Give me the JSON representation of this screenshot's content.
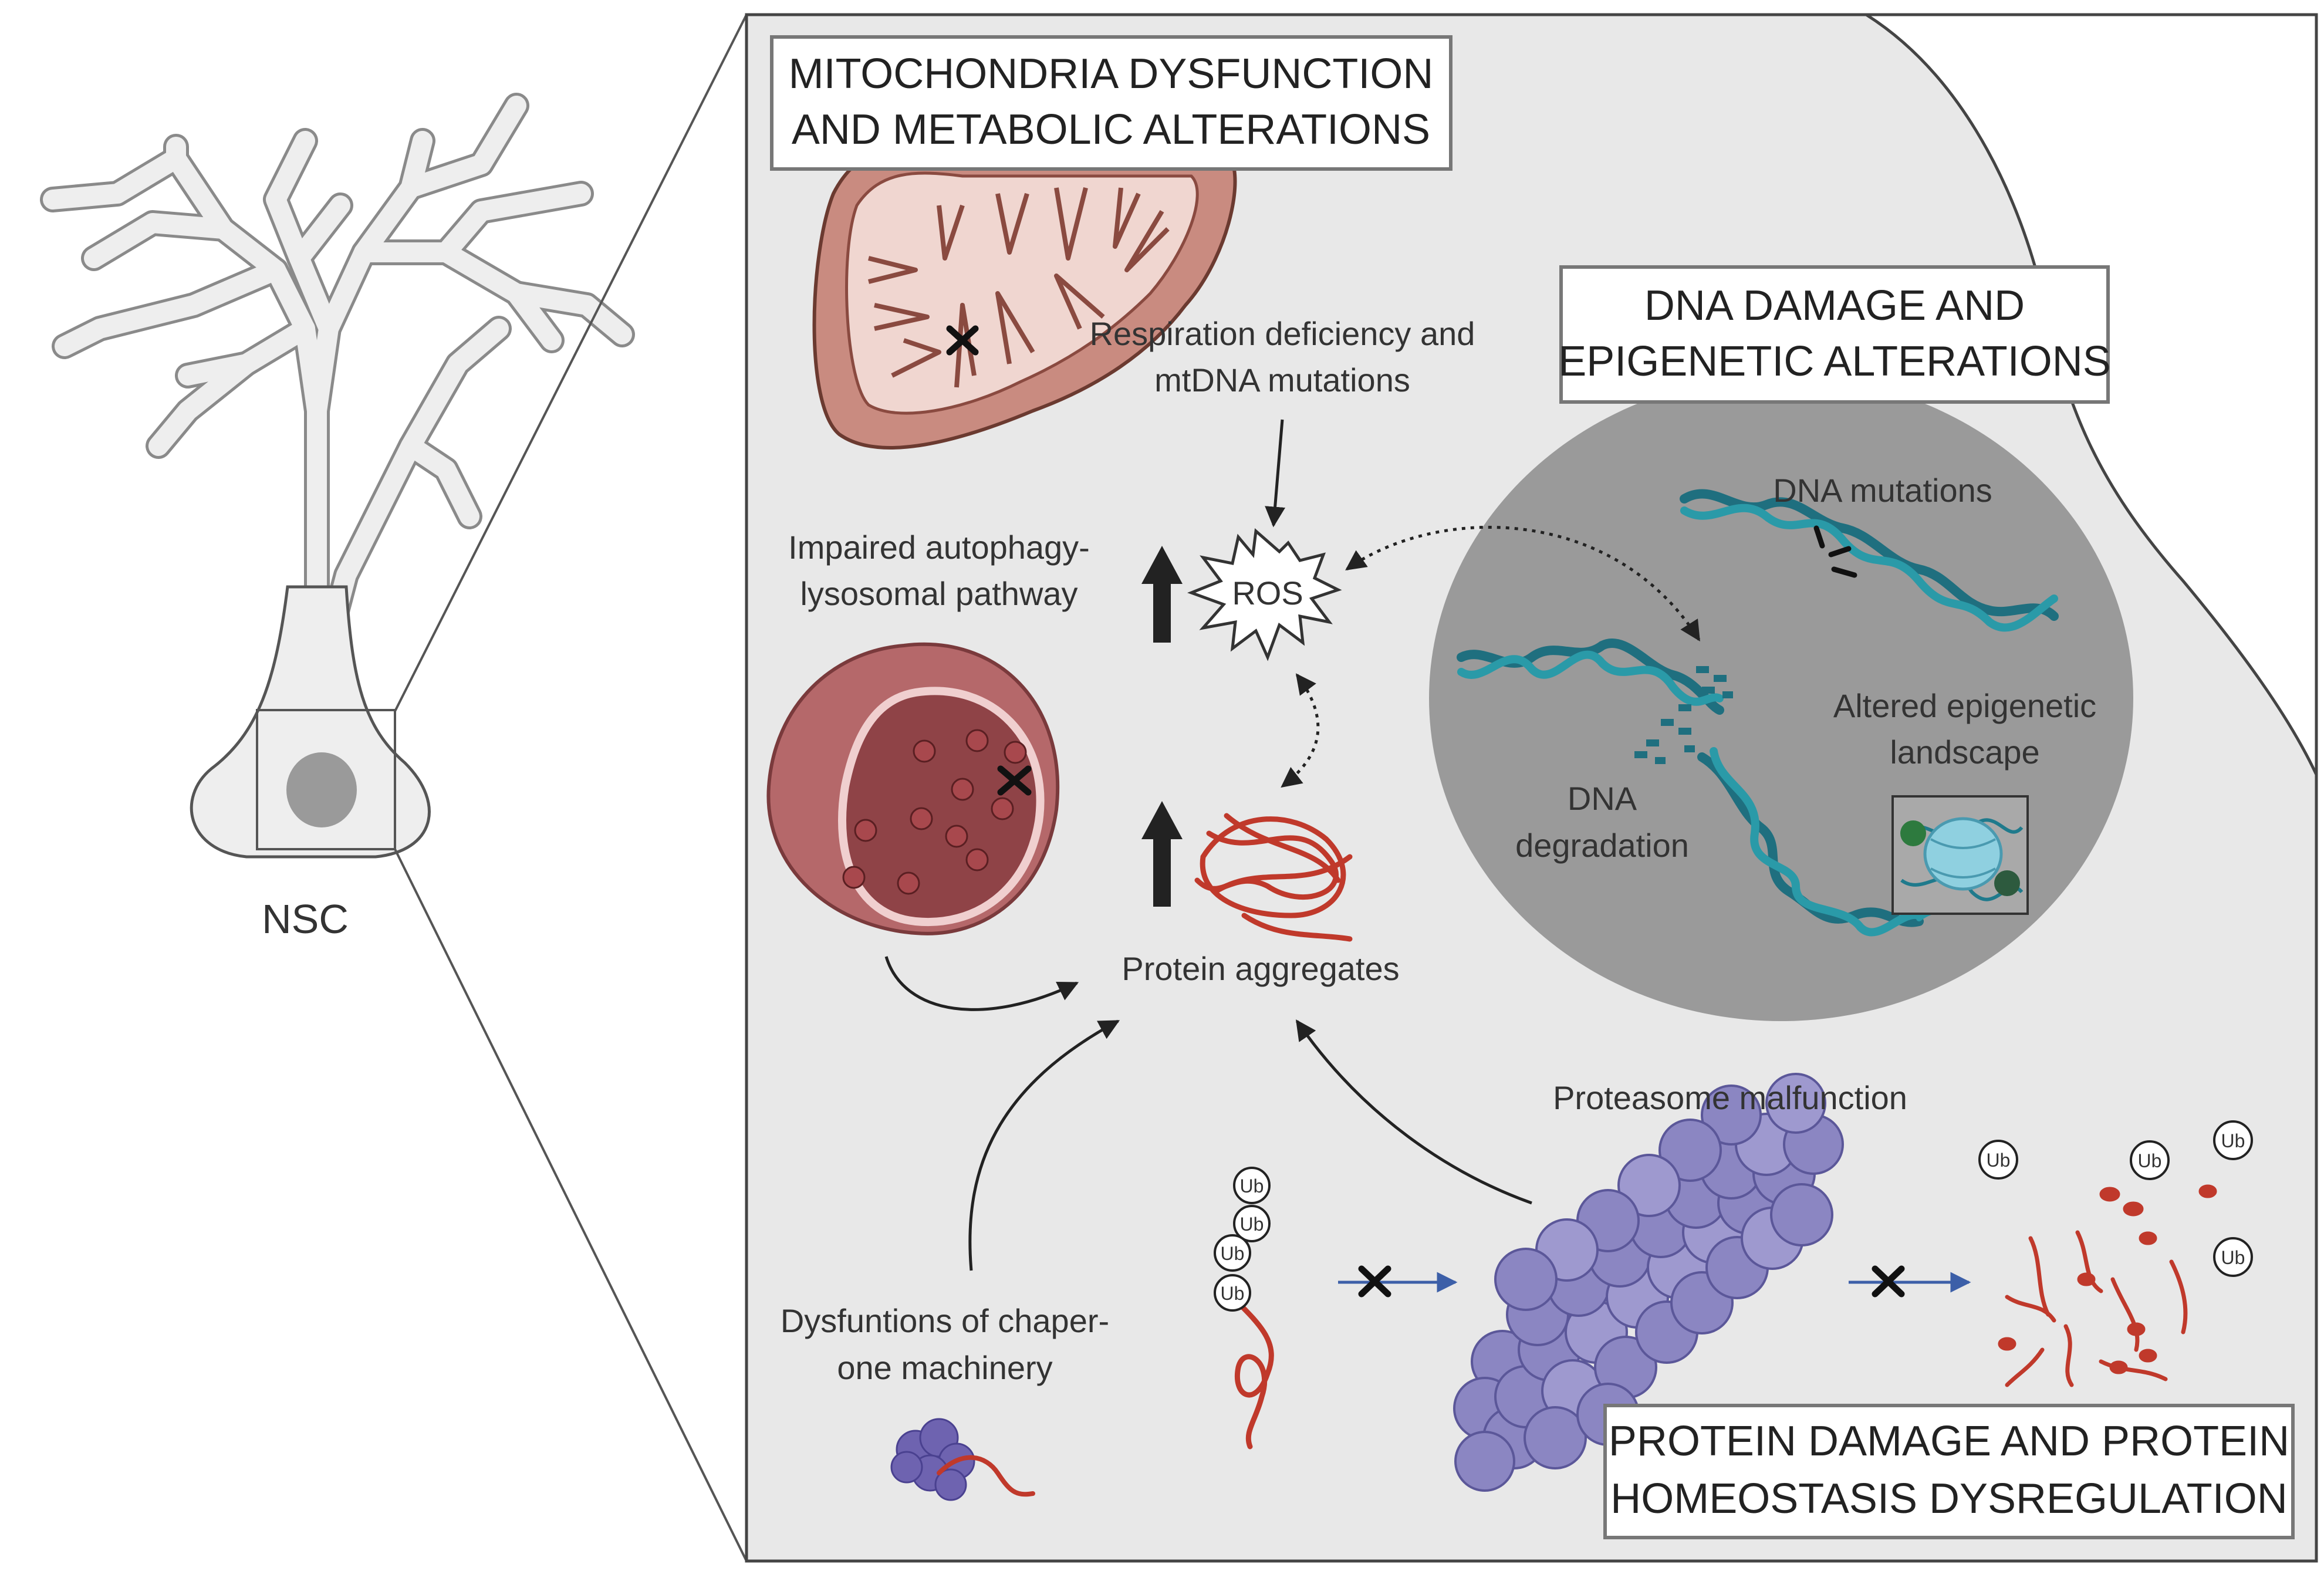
{
  "figure": {
    "cell_label": "NSC",
    "sections": {
      "mitochondria": {
        "title_line1": "MITOCHONDRIA DYSFUNCTION",
        "title_line2": "AND METABOLIC ALTERATIONS"
      },
      "dna": {
        "title_line1": "DNA DAMAGE AND",
        "title_line2": "EPIGENETIC ALTERATIONS"
      },
      "protein": {
        "title_line1": "PROTEIN DAMAGE AND PROTEIN",
        "title_line2": "HOMEOSTASIS DYSREGULATION"
      }
    },
    "labels": {
      "respiration_line1": "Respiration deficiency and",
      "respiration_line2": "mtDNA mutations",
      "autophagy_line1": "Impaired autophagy-",
      "autophagy_line2": "lysosomal pathway",
      "ros": "ROS",
      "protein_aggregates": "Protein aggregates",
      "dna_mutations": "DNA mutations",
      "dna_degradation_line1": "DNA",
      "dna_degradation_line2": "degradation",
      "epigenetic_line1": "Altered epigenetic",
      "epigenetic_line2": "landscape",
      "proteasome": "Proteasome malfunction",
      "chaperone_line1": "Dysfuntions of chaper-",
      "chaperone_line2": "one machinery",
      "ubiquitin": "Ub"
    },
    "colors": {
      "panel_fill": "#e8e8e8",
      "nucleus_fill": "#9a9a9a",
      "mitochondria": "#c98b80",
      "lysosome": "#b5686a",
      "dna_strand": "#1f7a8c",
      "protein_red": "#c0392b",
      "proteasome": "#8b86c2",
      "arrow_blue": "#3c5fa8"
    }
  }
}
